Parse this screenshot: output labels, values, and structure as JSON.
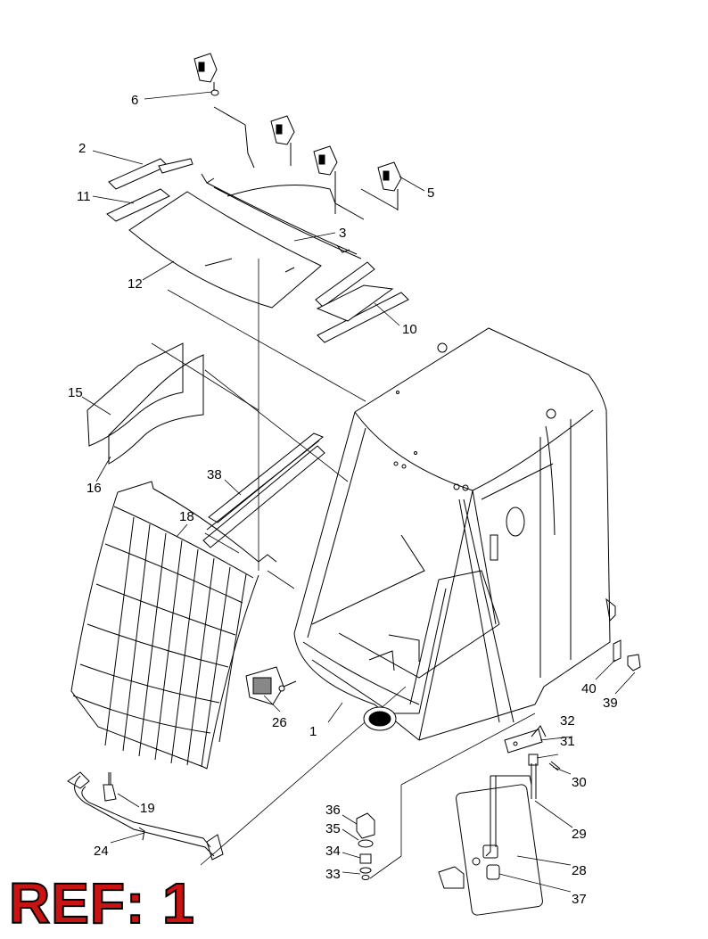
{
  "stamp": {
    "text": "REF: 1"
  },
  "callouts": [
    {
      "id": "c1",
      "text": "1"
    },
    {
      "id": "c2",
      "text": "2"
    },
    {
      "id": "c3",
      "text": "3"
    },
    {
      "id": "c5",
      "text": "5"
    },
    {
      "id": "c6",
      "text": "6"
    },
    {
      "id": "c10",
      "text": "10"
    },
    {
      "id": "c11",
      "text": "11"
    },
    {
      "id": "c12",
      "text": "12"
    },
    {
      "id": "c15",
      "text": "15"
    },
    {
      "id": "c16",
      "text": "16"
    },
    {
      "id": "c18",
      "text": "18"
    },
    {
      "id": "c19",
      "text": "19"
    },
    {
      "id": "c24",
      "text": "24"
    },
    {
      "id": "c26",
      "text": "26"
    },
    {
      "id": "c28",
      "text": "28"
    },
    {
      "id": "c29",
      "text": "29"
    },
    {
      "id": "c30",
      "text": "30"
    },
    {
      "id": "c31",
      "text": "31"
    },
    {
      "id": "c32",
      "text": "32"
    },
    {
      "id": "c33",
      "text": "33"
    },
    {
      "id": "c34",
      "text": "34"
    },
    {
      "id": "c35",
      "text": "35"
    },
    {
      "id": "c36",
      "text": "36"
    },
    {
      "id": "c37",
      "text": "37"
    },
    {
      "id": "c38",
      "text": "38"
    },
    {
      "id": "c39",
      "text": "39"
    },
    {
      "id": "c40",
      "text": "40"
    }
  ]
}
